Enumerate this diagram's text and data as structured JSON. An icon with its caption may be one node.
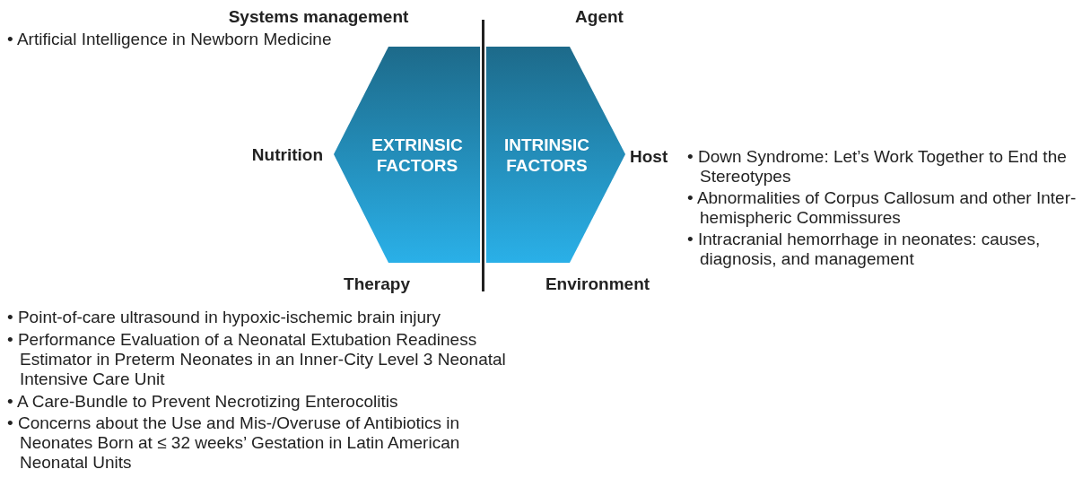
{
  "diagram": {
    "nodes": [
      {
        "text": [
          "EXTRINSIC FACTORS"
        ]
      },
      {
        "text": [
          "INTRINSIC FACTORS"
        ]
      }
    ],
    "edges": [],
    "labels": [
      "Systems management",
      "Agent",
      "• Artificial Intelligence in Newborn Medicine",
      "Nutrition",
      "Host",
      "• Down Syndrome: Let’s Work Together to End the Stereotypes",
      "• Abnormalities of Corpus Callosum and other Inter-hemispheric Commissures",
      "• Intracranial hemorrhage in neonates: causes, diagnosis, and management",
      "Therapy",
      "Environment",
      "• Point-of-care ultrasound in hypoxic-ischemic brain injury",
      "• Performance Evaluation of a Neonatal Extubation Readiness Estimator in Preterm Neonates in an Inner-City Level 3 Neonatal Intensive Care Unit",
      "• A Care-Bundle to Prevent Necrotizing Enterocolitis",
      "• Concerns about the Use and Mis-/Overuse of Antibiotics in Neonates Born at ≤ 32 weeks’ Gestation in Latin American Neonatal Units"
    ]
  }
}
